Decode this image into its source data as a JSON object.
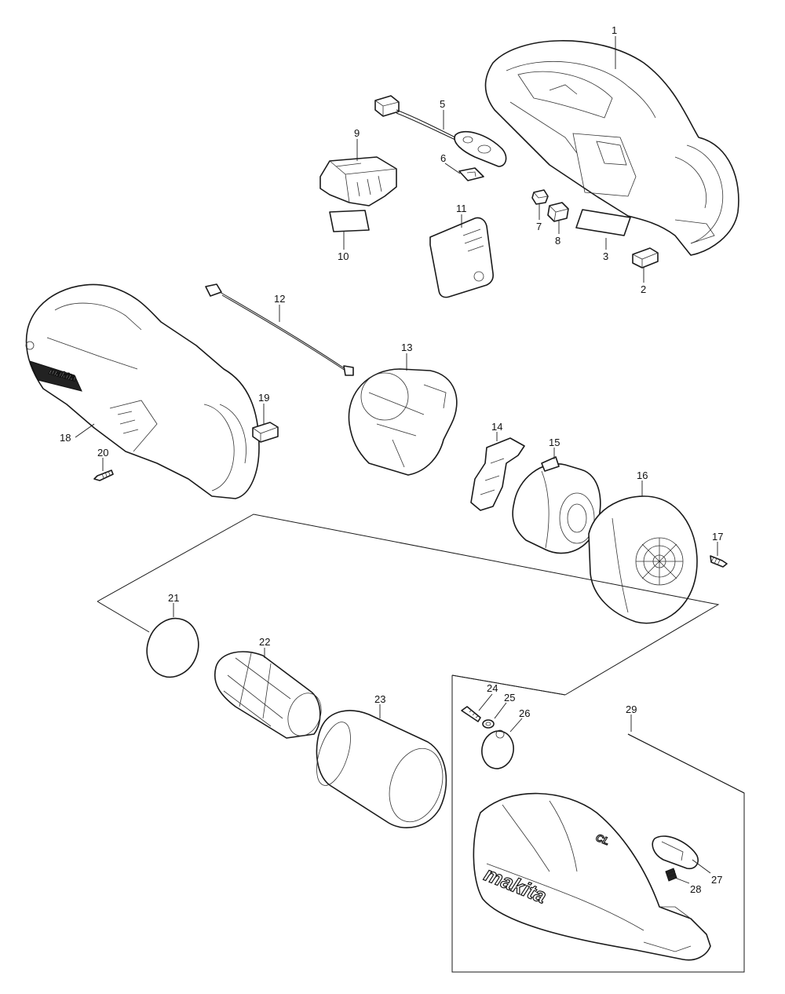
{
  "parts": [
    {
      "id": "1",
      "label": "1"
    },
    {
      "id": "2",
      "label": "2"
    },
    {
      "id": "3",
      "label": "3"
    },
    {
      "id": "5",
      "label": "5"
    },
    {
      "id": "6",
      "label": "6"
    },
    {
      "id": "7",
      "label": "7"
    },
    {
      "id": "8",
      "label": "8"
    },
    {
      "id": "9",
      "label": "9"
    },
    {
      "id": "10",
      "label": "10"
    },
    {
      "id": "11",
      "label": "11"
    },
    {
      "id": "12",
      "label": "12"
    },
    {
      "id": "13",
      "label": "13"
    },
    {
      "id": "14",
      "label": "14"
    },
    {
      "id": "15",
      "label": "15"
    },
    {
      "id": "16",
      "label": "16"
    },
    {
      "id": "17",
      "label": "17"
    },
    {
      "id": "18",
      "label": "18"
    },
    {
      "id": "19",
      "label": "19"
    },
    {
      "id": "20",
      "label": "20"
    },
    {
      "id": "21",
      "label": "21"
    },
    {
      "id": "22",
      "label": "22"
    },
    {
      "id": "23",
      "label": "23"
    },
    {
      "id": "24",
      "label": "24"
    },
    {
      "id": "25",
      "label": "25"
    },
    {
      "id": "26",
      "label": "26"
    },
    {
      "id": "27",
      "label": "27"
    },
    {
      "id": "28",
      "label": "28"
    },
    {
      "id": "29",
      "label": "29"
    }
  ],
  "logo_text": {
    "brand": "makita",
    "badge": "CL"
  }
}
